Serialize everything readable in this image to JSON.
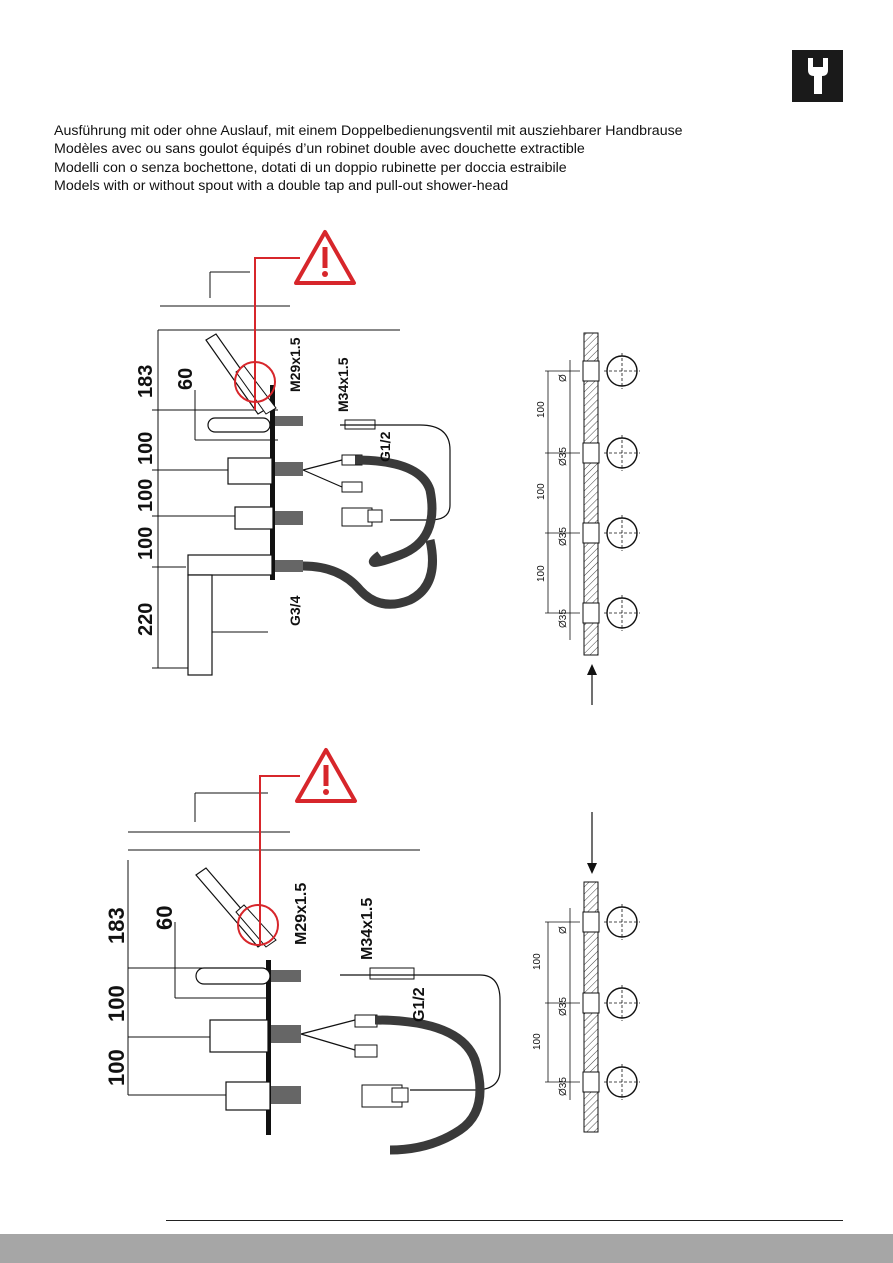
{
  "intro_lines": [
    "Ausführung mit oder ohne Auslauf, mit einem Doppelbedienungsventil mit ausziehbarer Handbrause",
    "Modèles avec ou sans goulot équipés d’un robinet double avec douchette extractible",
    "Modelli con o senza bochettone, dotati di un doppio rubinette per doccia estraibile",
    "Models with or without spout with a double tap and pull-out shower-head"
  ],
  "icons": {
    "section": "wrench-icon",
    "warning": "warning-triangle-icon"
  },
  "colors": {
    "warning_red": "#d7262b",
    "hose": "#3a3a3a",
    "badge": "#1a1a1a",
    "footer": "#a6a6a6"
  },
  "diagram_top": {
    "dims": [
      "183",
      "60",
      "100",
      "100",
      "100",
      "220"
    ],
    "threads": [
      "M29x1.5",
      "M34x1.5",
      "G1/2",
      "G3/4"
    ],
    "hole_spacing": [
      "100",
      "100",
      "100"
    ],
    "hole_diameters": [
      "Ø",
      "Ø35",
      "Ø35",
      "Ø35"
    ]
  },
  "diagram_bottom": {
    "dims": [
      "183",
      "60",
      "100",
      "100"
    ],
    "threads": [
      "M29x1.5",
      "M34x1.5",
      "G1/2"
    ],
    "hole_spacing": [
      "100",
      "100"
    ],
    "hole_diameters": [
      "Ø",
      "Ø35",
      "Ø35"
    ]
  }
}
